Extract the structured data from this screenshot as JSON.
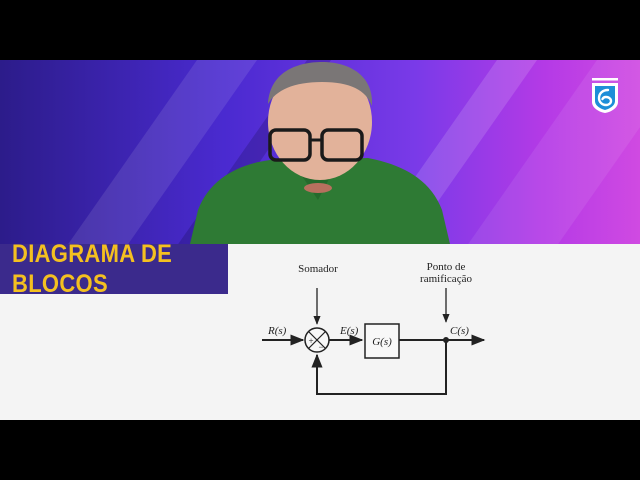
{
  "title": "DIAGRAMA DE BLOCOS",
  "colors": {
    "title_bg": "#3b2a8c",
    "title_text": "#f4c020",
    "banner_start": "#2c1c8a",
    "banner_end": "#d04ae2",
    "panel_bg": "#f4f4f4",
    "shirt": "#2e7a34"
  },
  "logo": {
    "icon": "brand-logo-icon"
  },
  "diagram": {
    "labels": {
      "summer": "Somador",
      "branch_point_line1": "Ponto de",
      "branch_point_line2": "ramificação",
      "input": "R(s)",
      "error": "E(s)",
      "block": "G(s)",
      "output": "C(s)",
      "plus": "+",
      "minus": "−"
    }
  }
}
